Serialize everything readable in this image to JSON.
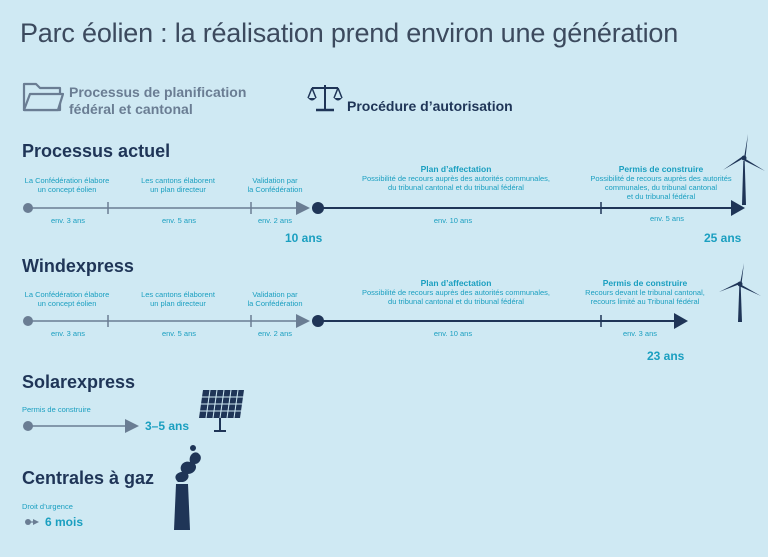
{
  "title": "Parc éolien : la réalisation prend environ une génération",
  "legend": {
    "planning_line1": "Processus de planification",
    "planning_line2": "fédéral et cantonal",
    "authorization": "Procédure d’autorisation",
    "planning_icon": "folder-icon",
    "authorization_icon": "scales-icon"
  },
  "colors": {
    "background": "#cfe9f3",
    "planning": "#6a7d93",
    "authorization": "#1f3557",
    "accent": "#1a9fc0"
  },
  "sections": {
    "actuel": {
      "title": "Processus actuel",
      "step1": "La Confédération élabore",
      "step1b": "un concept éolien",
      "dur1": "env. 3 ans",
      "step2": "Les cantons élaborent",
      "step2b": "un plan directeur",
      "dur2": "env. 5 ans",
      "step3": "Validation par",
      "step3b": "la Confédération",
      "dur3": "env. 2 ans",
      "sub_total": "10 ans",
      "step4_head": "Plan d’affectation",
      "step4": "Possibilité de recours auprès des autorités communales,",
      "step4b": "du tribunal cantonal et du tribunal fédéral",
      "dur4": "env. 10 ans",
      "step5_head": "Permis de construire",
      "step5": "Possibilité de recours auprès des autorités",
      "step5b": "communales, du tribunal cantonal",
      "step5c": "et du tribunal fédéral",
      "dur5": "env. 5 ans",
      "total": "25 ans",
      "icon": "wind-turbine-icon"
    },
    "windexpress": {
      "title": "Windexpress",
      "step1": "La Confédération élabore",
      "step1b": "un concept éolien",
      "dur1": "env. 3 ans",
      "step2": "Les cantons élaborent",
      "step2b": "un plan directeur",
      "dur2": "env. 5 ans",
      "step3": "Validation par",
      "step3b": "la Confédération",
      "dur3": "env. 2 ans",
      "step4_head": "Plan d’affectation",
      "step4": "Possibilité de recours auprès des autorités communales,",
      "step4b": "du tribunal cantonal et du tribunal fédéral",
      "dur4": "env. 10 ans",
      "step5_head": "Permis de construire",
      "step5": "Recours devant le tribunal cantonal,",
      "step5b": "recours limité au Tribunal fédéral",
      "dur5": "env. 3 ans",
      "total": "23 ans",
      "icon": "wind-turbine-icon"
    },
    "solarexpress": {
      "title": "Solarexpress",
      "step1": "Permis de construire",
      "total": "3–5 ans",
      "icon": "solar-panel-icon"
    },
    "gaz": {
      "title": "Centrales à gaz",
      "step1": "Droit d’urgence",
      "total": "6 mois",
      "icon": "smokestack-icon"
    }
  }
}
